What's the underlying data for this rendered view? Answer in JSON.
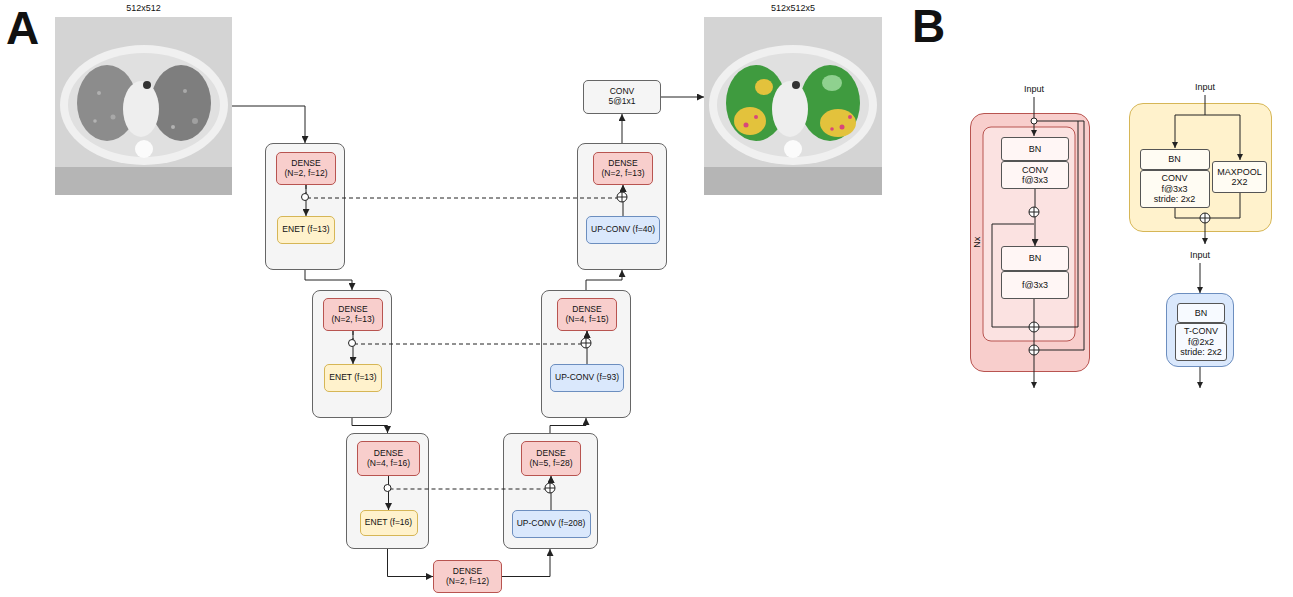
{
  "diagram": {
    "nodes": [
      {
        "text": [
          "512x512"
        ]
      },
      {
        "text": []
      },
      {
        "text": [
          "DENSE",
          "(N=2, f=12)"
        ],
        "in": 1
      },
      {
        "text": [
          "ENET (f=13)"
        ],
        "in": 1
      },
      {
        "text": []
      },
      {
        "text": [
          "DENSE",
          "(N=2, f=13)"
        ],
        "in": 4
      },
      {
        "text": [
          "ENET (f=13)"
        ],
        "in": 4
      },
      {
        "text": []
      },
      {
        "text": [
          "DENSE",
          "(N=4, f=16)"
        ],
        "in": 7
      },
      {
        "text": [
          "ENET (f=16)"
        ],
        "in": 7
      },
      {
        "text": [
          "DENSE",
          "(N=2, f=12)"
        ]
      },
      {
        "text": []
      },
      {
        "text": [
          "UP-CONV (f=208)"
        ],
        "in": 11
      },
      {
        "text": [
          "DENSE",
          "(N=5, f=28)"
        ],
        "in": 11
      },
      {
        "text": []
      },
      {
        "text": [
          "UP-CONV (f=93)"
        ],
        "in": 14
      },
      {
        "text": [
          "DENSE",
          "(N=4, f=15)"
        ],
        "in": 14
      },
      {
        "text": []
      },
      {
        "text": [
          "UP-CONV (f=40)"
        ],
        "in": 17
      },
      {
        "text": [
          "DENSE",
          "(N=2, f=13)"
        ],
        "in": 17
      },
      {
        "text": [
          "CONV",
          "5@1x1"
        ]
      },
      {
        "text": [
          "512x512x5"
        ]
      },
      {
        "text": [
          "Nx"
        ]
      },
      {
        "text": [
          "BN"
        ],
        "in": 22
      },
      {
        "text": [
          "CONV",
          "f@3x3"
        ],
        "in": 22
      },
      {
        "text": [
          "BN"
        ],
        "in": 22
      },
      {
        "text": [
          "f@3x3"
        ],
        "in": 22
      },
      {
        "text": []
      },
      {
        "text": [
          "BN"
        ],
        "in": 27
      },
      {
        "text": [
          "CONV",
          "f@3x3",
          "stride: 2x2"
        ],
        "in": 27
      },
      {
        "text": [
          "MAXPOOL",
          "2X2"
        ],
        "in": 27
      },
      {
        "text": []
      },
      {
        "text": [
          "BN"
        ],
        "in": 31
      },
      {
        "text": [
          "T-CONV",
          "f@2x2",
          "stride: 2x2"
        ],
        "in": 31
      }
    ],
    "edges": [
      {
        "from": 0,
        "to": 1,
        "arrow": "to"
      },
      {
        "from": 2,
        "to": 3,
        "arrow": "to"
      },
      {
        "from": 1,
        "to": 4,
        "arrow": "to"
      },
      {
        "from": 5,
        "to": 6,
        "arrow": "to"
      },
      {
        "from": 4,
        "to": 7,
        "arrow": "to"
      },
      {
        "from": 8,
        "to": 9,
        "arrow": "to"
      },
      {
        "from": 7,
        "to": 10,
        "arrow": "to"
      },
      {
        "from": 10,
        "to": 11,
        "arrow": "to"
      },
      {
        "from": 12,
        "to": 13,
        "arrow": "to"
      },
      {
        "from": 11,
        "to": 14,
        "arrow": "to"
      },
      {
        "from": 15,
        "to": 16,
        "arrow": "to"
      },
      {
        "from": 14,
        "to": 17,
        "arrow": "to"
      },
      {
        "from": 18,
        "to": 19,
        "arrow": "to"
      },
      {
        "from": 17,
        "to": 20,
        "arrow": "to"
      },
      {
        "from": 20,
        "to": 21,
        "arrow": "to"
      },
      {
        "from": 2,
        "to": 19,
        "arrow": "to"
      },
      {
        "from": 5,
        "to": 16,
        "arrow": "to"
      },
      {
        "from": 8,
        "to": 13,
        "arrow": "to"
      },
      {
        "from": 24,
        "to": 25,
        "arrow": "to"
      }
    ],
    "labels": [
      "A",
      "B",
      "Input",
      "Input",
      "Input"
    ]
  }
}
